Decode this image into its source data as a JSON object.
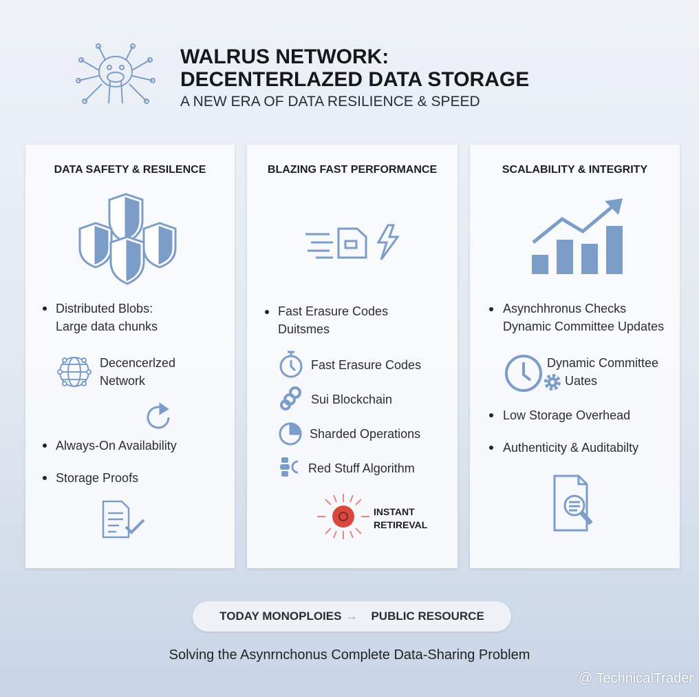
{
  "header": {
    "title_line1": "WALRUS NETWORK:",
    "title_line2": "DECENTERLAZED DATA STORAGE",
    "subtitle": "A NEW ERA OF DATA RESILIENCE & SPEED"
  },
  "columns": [
    {
      "heading": "DATA SAFETY & RESILENCE",
      "bullet1_line1": "Distributed Blobs:",
      "bullet1_line2": "Large data chunks",
      "feature_line1": "Decencerlzed",
      "feature_line2": "Network",
      "bullet2": "Always-On Availability",
      "bullet3": "Storage Proofs"
    },
    {
      "heading": "BLAZING FAST PERFORMANCE",
      "bullet1_line1": "Fast Erasure Codes",
      "bullet1_line2": "Duitsmes",
      "items": [
        "Fast Erasure Codes",
        "Sui Blockchain",
        "Sharded Operations",
        "Red Stuff Algorithm"
      ],
      "badge_line1": "INSTANT",
      "badge_line2": "RETIREVAL"
    },
    {
      "heading": "SCALABILITY & INTEGRITY",
      "bullet1_line1": "Asynchhronus Checks",
      "bullet1_line2": "Dynamic Committee Updates",
      "feature_line1": "Dynamic Committee",
      "feature_line2": "Uates",
      "bullet2": "Low Storage Overhead",
      "bullet3": "Authenticity & Auditabilty"
    }
  ],
  "pill": {
    "left": "TODAY MONOPLOIES",
    "arrow": "→",
    "right": "PUBLIC RESOURCE"
  },
  "footer": "Solving the Asynrnchonus Complete Data-Sharing Problem",
  "watermark": "@ TechnicalTrader",
  "colors": {
    "icon": "#7b9dc7",
    "accent_red": "#d9473c"
  }
}
